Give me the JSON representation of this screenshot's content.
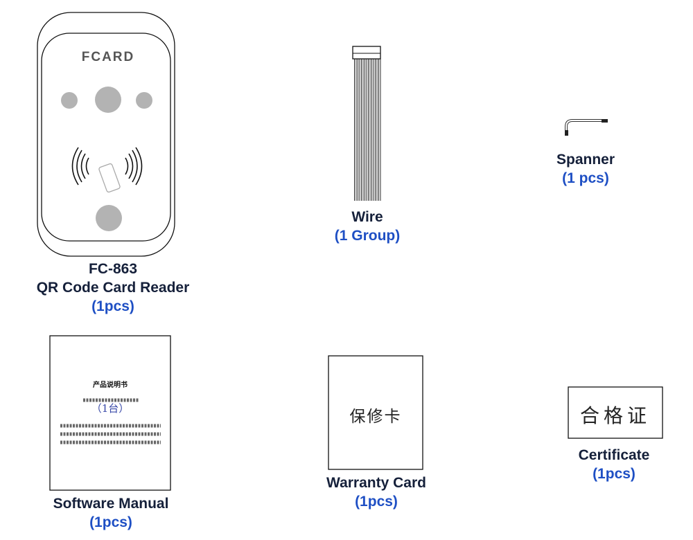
{
  "colors": {
    "label": "#15203a",
    "quantity": "#1e4fc4",
    "gray_button": "#b3b3b3"
  },
  "items": [
    {
      "brand": "FCARD",
      "model": "FC-863",
      "name": "QR Code Card Reader",
      "qty": "(1pcs)",
      "icon": "card-reader-icon"
    },
    {
      "name": "Wire",
      "qty": "(1 Group)",
      "icon": "wire-harness-icon"
    },
    {
      "name": "Spanner",
      "qty": "(1 pcs)",
      "icon": "hex-key-icon"
    },
    {
      "name": "Software Manual",
      "qty": "(1pcs)",
      "icon": "manual-icon",
      "cover_title": "产品说明书",
      "cover_qty": "（1台）"
    },
    {
      "name": "Warranty Card",
      "qty": "(1pcs)",
      "icon": "warranty-card-icon",
      "card_text": "保修卡"
    },
    {
      "name": "Certificate",
      "qty": "(1pcs)",
      "icon": "certificate-icon",
      "card_text": "合格证"
    }
  ]
}
